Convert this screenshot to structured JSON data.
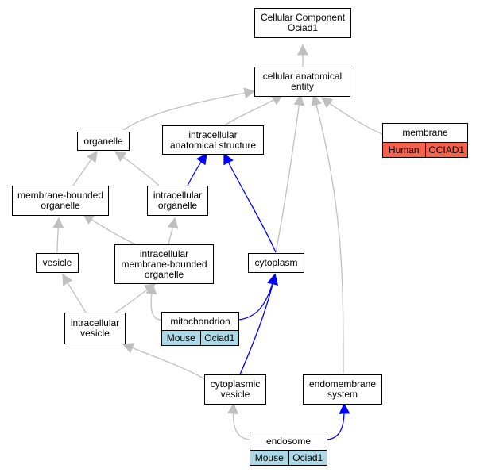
{
  "colors": {
    "edge_gray": "#c0c0c0",
    "edge_blue": "#0000ff",
    "human": "#f4624b",
    "mouse": "#add8e6"
  },
  "nodes": {
    "root": {
      "line1": "Cellular Component",
      "line2": "Ociad1"
    },
    "cae": {
      "line1": "cellular anatomical",
      "line2": "entity"
    },
    "organelle": {
      "line1": "organelle"
    },
    "ias": {
      "line1": "intracellular",
      "line2": "anatomical structure"
    },
    "membrane": {
      "line1": "membrane",
      "tags": [
        "Human",
        "OCIAD1"
      ]
    },
    "mbo": {
      "line1": "membrane-bounded",
      "line2": "organelle"
    },
    "io": {
      "line1": "intracellular",
      "line2": "organelle"
    },
    "vesicle": {
      "line1": "vesicle"
    },
    "imbo": {
      "line1": "intracellular",
      "line2": "membrane-bounded",
      "line3": "organelle"
    },
    "cytoplasm": {
      "line1": "cytoplasm"
    },
    "mito": {
      "line1": "mitochondrion",
      "tags": [
        "Mouse",
        "Ociad1"
      ]
    },
    "iv": {
      "line1": "intracellular",
      "line2": "vesicle"
    },
    "cv": {
      "line1": "cytoplasmic",
      "line2": "vesicle"
    },
    "es": {
      "line1": "endomembrane",
      "line2": "system"
    },
    "endosome": {
      "line1": "endosome",
      "tags": [
        "Mouse",
        "Ociad1"
      ]
    }
  }
}
